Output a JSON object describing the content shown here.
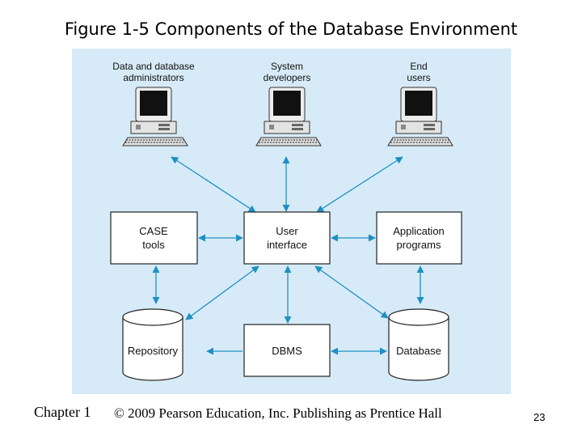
{
  "slide": {
    "title": "Figure 1-5 Components of the Database Environment",
    "chapter": "Chapter 1",
    "copyright": "© 2009 Pearson Education, Inc.  Publishing as Prentice Hall",
    "page_number": "23"
  },
  "diagram": {
    "users": [
      {
        "line1": "Data and database",
        "line2": "administrators"
      },
      {
        "line1": "System",
        "line2": "developers"
      },
      {
        "line1": "End",
        "line2": "users"
      }
    ],
    "components": {
      "case_tools": {
        "line1": "CASE",
        "line2": "tools"
      },
      "user_interface": {
        "line1": "User",
        "line2": "interface"
      },
      "application_programs": {
        "line1": "Application",
        "line2": "programs"
      },
      "repository": "Repository",
      "dbms": "DBMS",
      "database": "Database"
    },
    "colors": {
      "panel": "#d6ebf7",
      "arrow": "#1f8fc4",
      "box_fill": "#ffffff",
      "box_stroke": "#222222"
    }
  }
}
